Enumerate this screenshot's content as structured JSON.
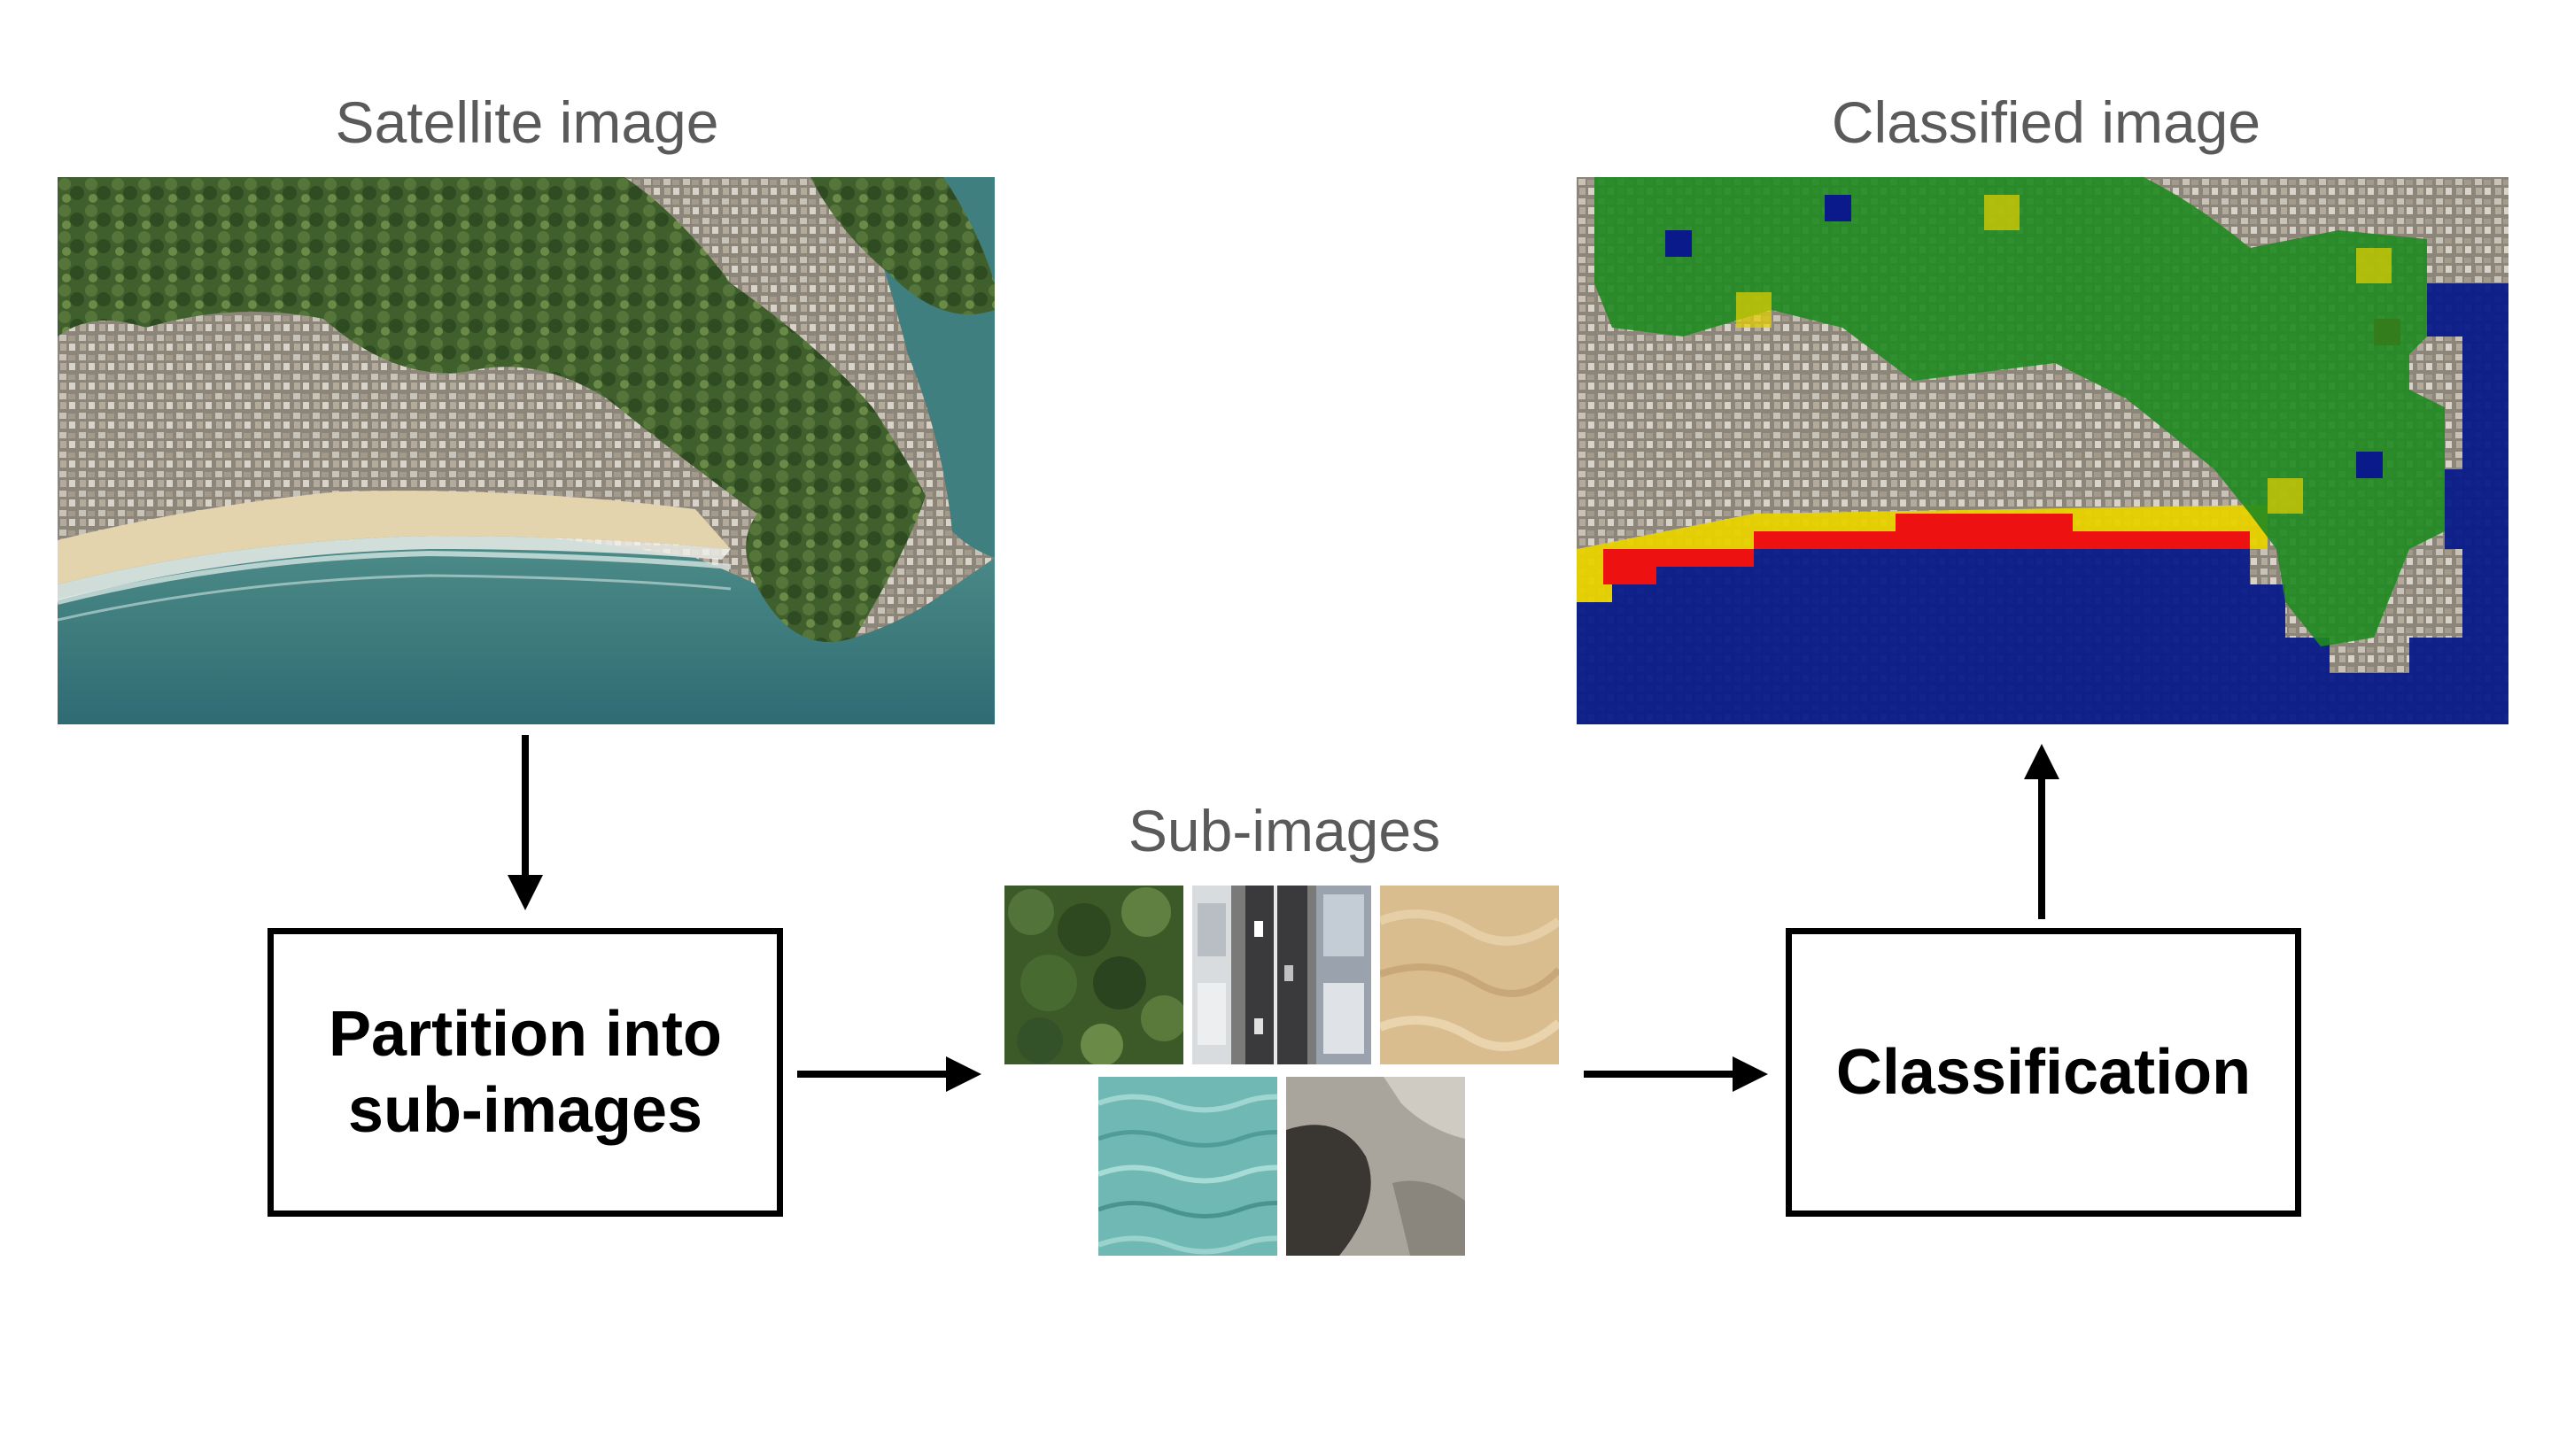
{
  "titles": {
    "satellite": "Satellite image",
    "classified": "Classified image",
    "subimages": "Sub-images"
  },
  "boxes": {
    "partition_line1": "Partition into",
    "partition_line2": "sub-images",
    "classification": "Classification"
  },
  "subimage_tiles": [
    "forest",
    "urban",
    "sand",
    "water",
    "rock"
  ],
  "class_colors": {
    "forest": "#1f8a1f",
    "urban": "#b8b0a6",
    "beach": "#e8d200",
    "sand": "#ee1111",
    "water": "#0a1a8a"
  },
  "icons": {
    "arrow_down": "arrow-down-icon",
    "arrow_up": "arrow-up-icon",
    "arrow_right": "arrow-right-icon"
  }
}
